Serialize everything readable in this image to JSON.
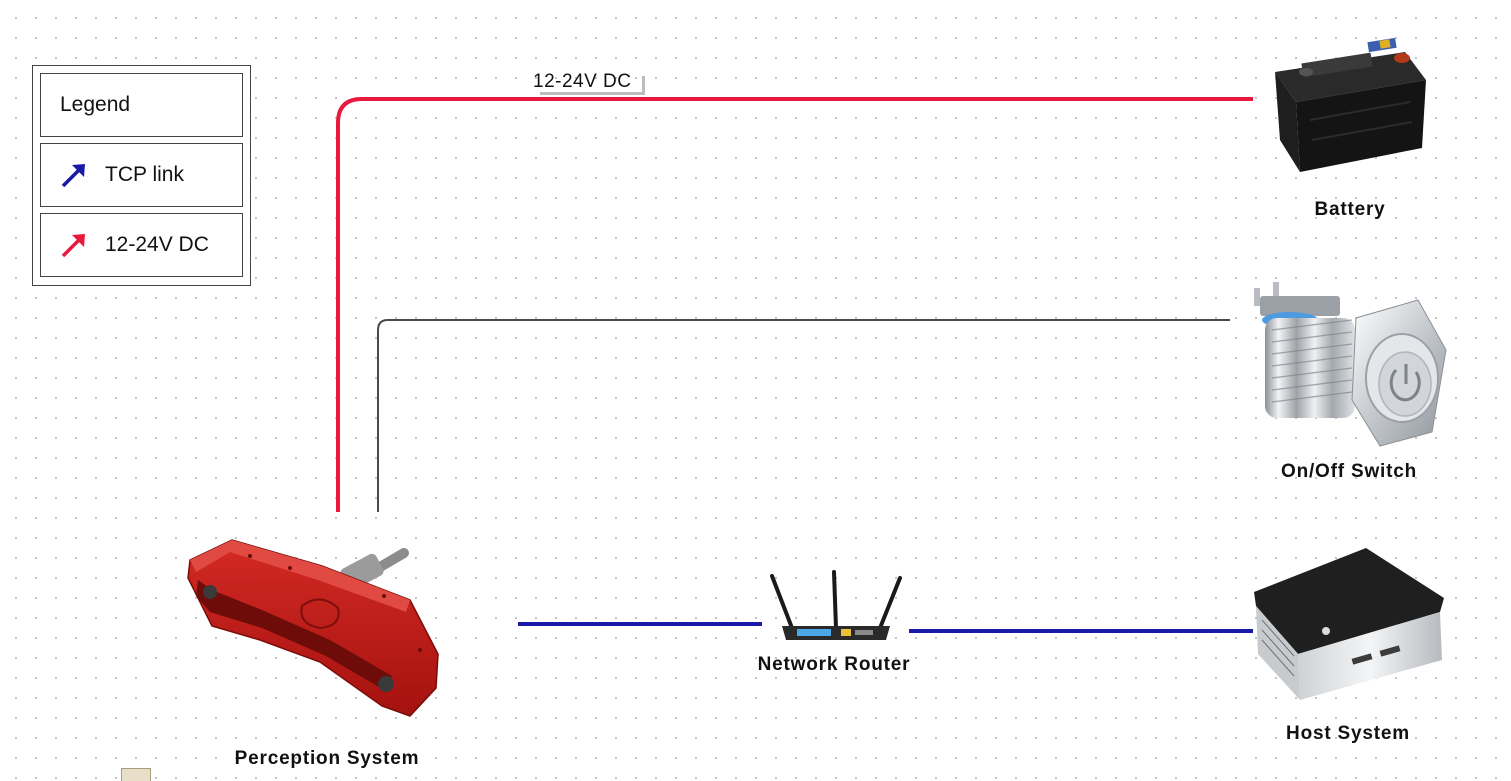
{
  "legend": {
    "title": "Legend",
    "items": [
      {
        "label": "TCP link",
        "icon": "blue-arrow-icon",
        "color": "#1a1aa8"
      },
      {
        "label": "12-24V DC",
        "icon": "red-arrow-icon",
        "color": "#e8193c"
      }
    ]
  },
  "wires": {
    "power_label": "12-24V DC",
    "power_color": "#e8193c",
    "switch_color": "#4a4a4a",
    "tcp_color": "#1a1aa8"
  },
  "nodes": {
    "battery": "Battery",
    "switch": "On/Off Switch",
    "router": "Network Router",
    "host": "Host System",
    "perception": "Perception System"
  }
}
